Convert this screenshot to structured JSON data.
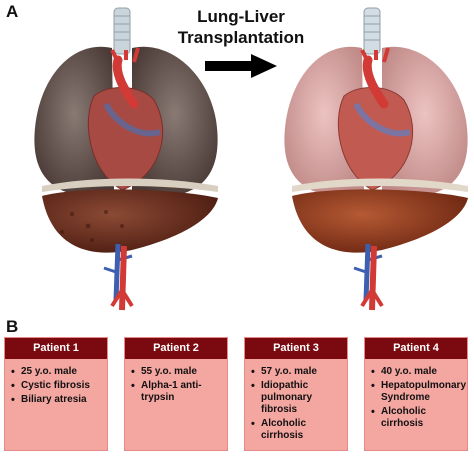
{
  "panel_labels": {
    "a": "A",
    "b": "B"
  },
  "transition": {
    "title_line1": "Lung-Liver",
    "title_line2": "Transplantation",
    "arrow_icon": "right-arrow-icon"
  },
  "illustrations": {
    "before": {
      "icon": "diseased-lungs-liver-illustration",
      "lung_color": "#6b5a55",
      "liver_color": "#6a2a1c"
    },
    "after": {
      "icon": "healthy-lungs-liver-illustration",
      "lung_color": "#d7a6a4",
      "liver_color": "#8a3a22"
    }
  },
  "colors": {
    "card_fill": "#f4a6a1",
    "card_header": "#7a0a10",
    "aorta": "#d23a36",
    "vena_cava": "#3c5fb0"
  },
  "patients": [
    {
      "title": "Patient 1",
      "items": [
        "25 y.o. male",
        "Cystic fibrosis",
        "Biliary atresia"
      ]
    },
    {
      "title": "Patient 2",
      "items": [
        "55 y.o. male",
        "Alpha-1 anti-trypsin"
      ]
    },
    {
      "title": "Patient 3",
      "items": [
        "57 y.o. male",
        "Idiopathic pulmonary fibrosis",
        "Alcoholic cirrhosis"
      ]
    },
    {
      "title": "Patient 4",
      "items": [
        "40 y.o. male",
        "Hepatopulmonary Syndrome",
        "Alcoholic cirrhosis"
      ]
    }
  ]
}
